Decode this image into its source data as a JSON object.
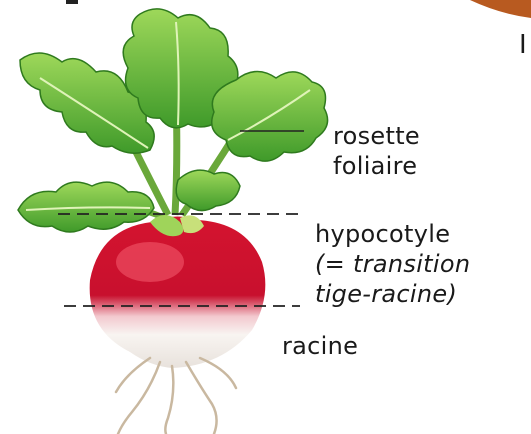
{
  "labels": {
    "rosette_line1": "rosette",
    "rosette_line2": "foliaire",
    "hypocotyle_line1": "hypocotyle",
    "hypocotyle_line2": "(= transition",
    "hypocotyle_line3": "tige-racine)",
    "racine": "racine",
    "edge_letter": "I"
  },
  "colors": {
    "leaf_dark": "#3f9a2a",
    "leaf_light": "#8fd04a",
    "radish_red": "#c8102e",
    "radish_white": "#f6f2ee",
    "root_hair": "#c9b8a0",
    "guide_line": "#222222"
  }
}
